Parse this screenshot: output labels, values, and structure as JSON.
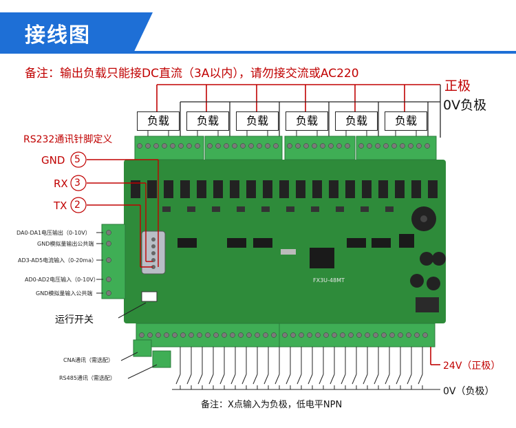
{
  "header": {
    "title": "接线图"
  },
  "notes": {
    "top": "备注：输出负载只能接DC直流（3A以内），请勿接交流或AC220",
    "bottom": "备注：X点输入为负极，低电平NPN"
  },
  "outputs": {
    "positive_label": "正极",
    "negative_label": "0V负极",
    "load_label": "负载",
    "load_count": 6
  },
  "rs232": {
    "title": "RS232通讯针脚定义",
    "pins": [
      {
        "name": "GND",
        "num": "5"
      },
      {
        "name": "RX",
        "num": "3"
      },
      {
        "name": "TX",
        "num": "2"
      }
    ]
  },
  "analog_labels": [
    "DA0-DA1电压输出（0-10V）",
    "GND模拟量输出公共端",
    "AD3-AD5电流输入（0-20ma）",
    "AD0-AD2电压输入（0-10V）",
    "GND模拟量输入公共端"
  ],
  "run_switch": "运行开关",
  "cna": "CNA通讯（需选配）",
  "rs485": "RS485通讯（需选配）",
  "power": {
    "v24": "24V（正极）",
    "v0": "0V（负极）"
  },
  "board": {
    "model": "FX3U-48MT"
  },
  "colors": {
    "accent": "#1e6fd6",
    "red": "#c00000",
    "board": "#2e8b3a",
    "terminal": "#3fae55"
  }
}
